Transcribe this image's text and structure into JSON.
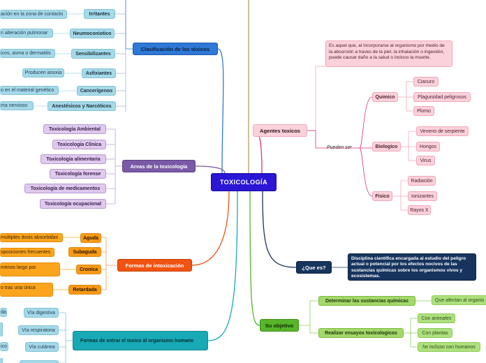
{
  "central": "TOXICOLOGÍA",
  "clasificacion": {
    "title": "Clasificación de los tóxicos",
    "items": [
      {
        "label": "Irritantes",
        "desc": "ación en la zona de contacto"
      },
      {
        "label": "Neumoconiotico",
        "desc": "n alteración pulmonar"
      },
      {
        "label": "Sensibilizantes",
        "desc": "icos, asma o dermatitis"
      },
      {
        "label": "Asfixiantes",
        "desc": "Producen anoxia"
      },
      {
        "label": "Cancerígenos",
        "desc": "o en el material genético"
      },
      {
        "label": "Anestésicos y Narcóticos",
        "desc": "ma nervioso"
      }
    ]
  },
  "areas": {
    "title": "Areas de la toxicología",
    "items": [
      "Toxicología Ambiental",
      "Toxicología Clínica",
      "Toxicología alimentaria",
      "Toxicología forense",
      "Toxicología de medicamentos",
      "Toxicología ocupacional"
    ]
  },
  "formas_intox": {
    "title": "Formas de intoxicación",
    "items": [
      {
        "label": "Aguda",
        "desc": "multiples dosis absorbidas"
      },
      {
        "label": "Subaguda",
        "desc": "xposiciones frecuentes"
      },
      {
        "label": "Cronica",
        "desc": "menos largo por"
      },
      {
        "label": "Retardada",
        "desc": "o tras una única"
      }
    ]
  },
  "formas_entrar": {
    "title": "Formas de entrar el toxico al organismo humano",
    "items": [
      {
        "label": "Vía digestiva",
        "desc": "da"
      },
      {
        "label": "Vía respiratoria",
        "desc": ""
      },
      {
        "label": "Vía cutánea",
        "desc": "ico"
      },
      {
        "label": "",
        "desc": ""
      }
    ]
  },
  "agentes": {
    "title": "Agentes toxicos",
    "definition": "Es aquel que, al incorporarse al organismo por medio de la absorción a traves de la piel, la inhalación o ingestión, puede causar daño a la salud o incluso la muerte.",
    "connector": "Pueden ser",
    "groups": [
      {
        "label": "Quimico",
        "items": [
          "Cianuro",
          "Plaguisidad peligrosos",
          "Plomo"
        ]
      },
      {
        "label": "Biologico",
        "items": [
          "Veneno de serpiente",
          "Hongos",
          "Virus"
        ]
      },
      {
        "label": "Fisico",
        "items": [
          "Radiación",
          "Ionizantes",
          "Rayos X"
        ]
      }
    ]
  },
  "que_es": {
    "title": "¿Que es?",
    "answer": "Disciplina científica encargada al estudio del peligro actual o potencial por los efectos nocivos de las sustancias químicas sobre los organismos vivos y ecosistemas."
  },
  "objetivo": {
    "title": "Su objetivo",
    "items": [
      {
        "label": "Determinar las sustancias químicas",
        "subs": [
          "Que afectan al organis"
        ]
      },
      {
        "label": "Realizar ensayos toxicologicos",
        "subs": [
          "Con animales",
          "Con plantas",
          "he incluso con humanos"
        ]
      }
    ]
  },
  "colors": {
    "central": "#2a16d4",
    "clasificacion": "#2e78d6",
    "areas": "#7a5aa6",
    "formas_intox": "#f05312",
    "formas_entrar": "#17a9b5",
    "agentes": "#fbd1db",
    "que_es": "#16345e",
    "objetivo": "#57b52a"
  }
}
